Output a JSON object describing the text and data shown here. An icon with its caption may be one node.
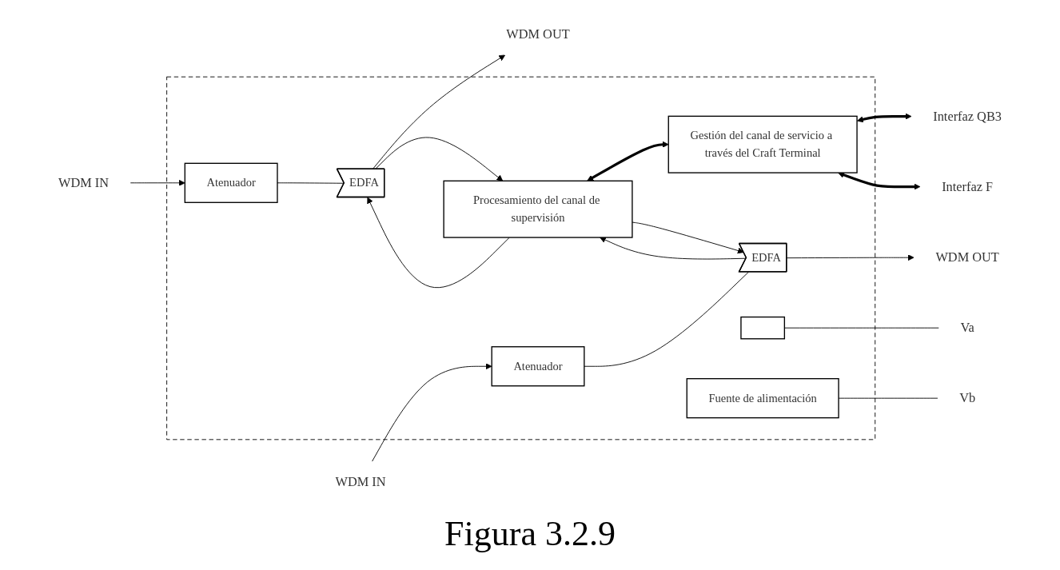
{
  "diagram": {
    "caption": "Figura 3.2.9",
    "nodes": [
      {
        "text": [],
        "shape": "box"
      },
      {
        "text": [
          "WDM IN"
        ]
      },
      {
        "text": [
          "Atenuador"
        ],
        "in": 0
      },
      {
        "text": [
          "EDFA"
        ],
        "in": 0
      },
      {
        "text": [
          "WDM OUT"
        ]
      },
      {
        "text": [
          "Procesamiento del canal de supervisión"
        ],
        "in": 0
      },
      {
        "text": [
          "Gestión del canal de servicio a través del Craft Terminal"
        ],
        "in": 0
      },
      {
        "text": [
          "Interfaz QB3"
        ]
      },
      {
        "text": [
          "Interfaz F"
        ]
      },
      {
        "text": [
          "WDM OUT"
        ]
      },
      {
        "text": [
          "EDFA"
        ],
        "in": 0
      },
      {
        "text": [
          "Atenuador"
        ],
        "in": 0
      },
      {
        "text": [
          "WDM IN"
        ]
      },
      {
        "text": [],
        "shape": "box",
        "in": 0
      },
      {
        "text": [
          "Fuente de alimentación"
        ],
        "in": 0
      },
      {
        "text": [
          "Va"
        ]
      },
      {
        "text": [
          "Vb"
        ]
      }
    ],
    "edges": [
      {
        "from": 1,
        "to": 2,
        "arrow": "to"
      },
      {
        "from": 2,
        "to": 3,
        "arrow": "none"
      },
      {
        "from": 3,
        "to": 4,
        "arrow": "to"
      },
      {
        "from": 3,
        "to": 5,
        "arrow": "to"
      },
      {
        "from": 5,
        "to": 3,
        "arrow": "to"
      },
      {
        "from": 5,
        "to": 6,
        "arrow": "both",
        "style": "thick"
      },
      {
        "from": 6,
        "to": 7,
        "arrow": "both",
        "style": "thick"
      },
      {
        "from": 6,
        "to": 8,
        "arrow": "both",
        "style": "thick"
      },
      {
        "from": 12,
        "to": 11,
        "arrow": "to"
      },
      {
        "from": 11,
        "to": 10,
        "arrow": "none"
      },
      {
        "from": 10,
        "to": 9,
        "arrow": "to"
      },
      {
        "from": 5,
        "to": 10,
        "arrow": "to"
      },
      {
        "from": 10,
        "to": 5,
        "arrow": "to"
      },
      {
        "from": 13,
        "to": 15,
        "arrow": "none"
      },
      {
        "from": 14,
        "to": 16,
        "arrow": "none"
      }
    ]
  }
}
